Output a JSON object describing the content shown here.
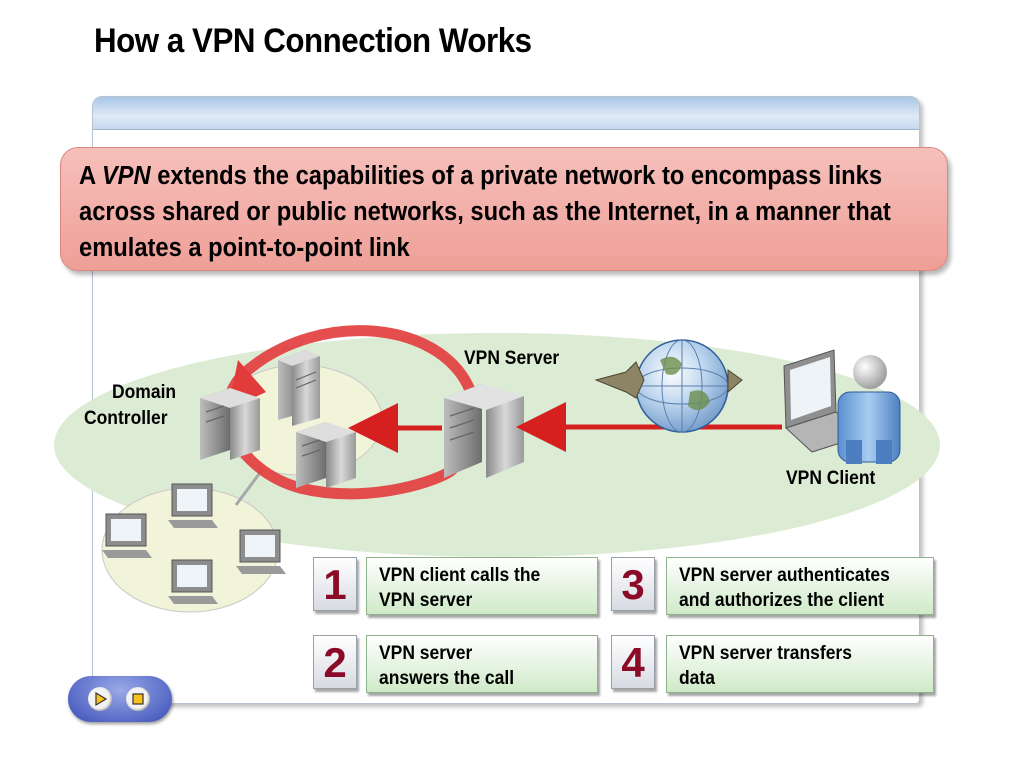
{
  "title": "How a VPN Connection Works",
  "callout": {
    "prefix": "A ",
    "emphasis": "VPN",
    "rest": " extends the capabilities of a private network to encompass links across shared or public networks, such as the Internet, in a manner that emulates a point-to-point link"
  },
  "labels": {
    "domain_controller_line1": "Domain",
    "domain_controller_line2": "Controller",
    "vpn_server": "VPN Server",
    "vpn_client": "VPN Client"
  },
  "steps": [
    {
      "number": "1",
      "line1": "VPN client calls the",
      "line2": "VPN server"
    },
    {
      "number": "2",
      "line1": "VPN server",
      "line2": "answers the call"
    },
    {
      "number": "3",
      "line1": "VPN server authenticates",
      "line2": "and authorizes the client"
    },
    {
      "number": "4",
      "line1": "VPN server transfers",
      "line2": "data"
    }
  ],
  "colors": {
    "callout_fill": "#f2aca5",
    "arrow": "#d62020",
    "step_number": "#8b0a28",
    "step_fill": "#dff2da",
    "network_ellipse": "#d9ead0"
  },
  "nav": {
    "play_icon": "play-icon",
    "stop_icon": "stop-icon"
  }
}
